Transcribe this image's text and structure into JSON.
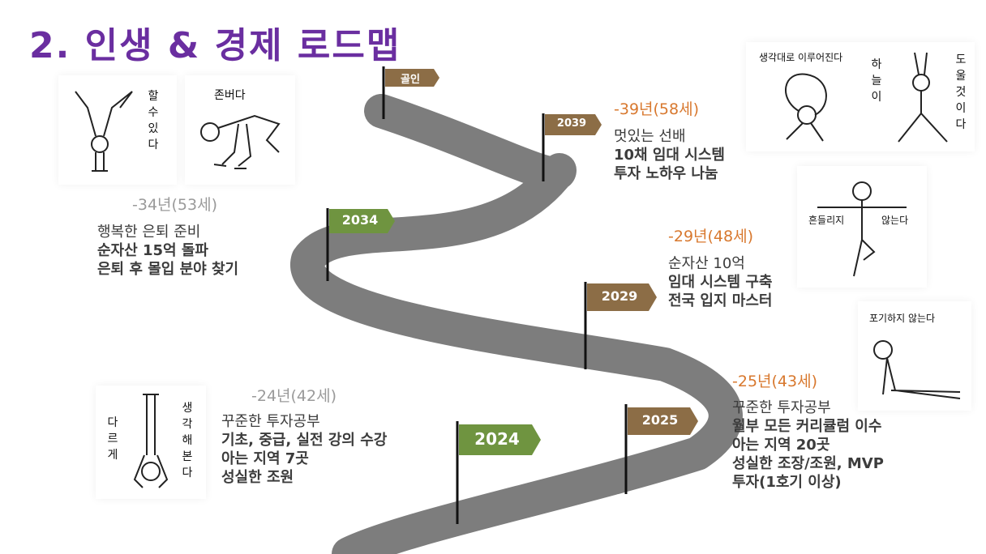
{
  "title": "2. 인생 & 경제 로드맵",
  "flags": {
    "goal": "골인",
    "f2024": "2024",
    "f2025": "2025",
    "f2029": "2029",
    "f2034": "2034",
    "f2039": "2039"
  },
  "milestones": {
    "m2024": {
      "year": "-24년(42세)",
      "lines": [
        "꾸준한 투자공부",
        "기초, 중급, 실전 강의 수강",
        "아는 지역 7곳",
        "성실한 조원"
      ]
    },
    "m2025": {
      "year": "-25년(43세)",
      "lines": [
        "꾸준한 투자공부",
        "월부 모든 커리큘럼 이수",
        "아는 지역 20곳",
        "성실한 조장/조원, MVP",
        "투자(1호기 이상)"
      ]
    },
    "m2029": {
      "year": "-29년(48세)",
      "lines": [
        "순자산 10억",
        "임대 시스템 구축",
        "전국 입지 마스터"
      ]
    },
    "m2034": {
      "year": "-34년(53세)",
      "lines": [
        "행복한 은퇴 준비",
        "순자산 15억 돌파",
        "은퇴 후 몰입 분야 찾기"
      ]
    },
    "m2039": {
      "year": "-39년(58세)",
      "lines": [
        "멋있는 선배",
        "10채 임대 시스템",
        "투자 노하우 나눔"
      ]
    }
  },
  "illustrations": {
    "can_do": "할수있다",
    "zonbeoda": "존버다",
    "dreams": "생각대로 이루어진다",
    "heaven": "하늘이",
    "help": "도울것이다",
    "unshaken_a": "흔들리지",
    "unshaken_b": "않는다",
    "no_giveup": "포기하지 않는다",
    "differently": "다르게",
    "think": "생각해본다"
  },
  "colors": {
    "title": "#6a2ea0",
    "road": "#7d7d7d",
    "green_flag": "#6f9440",
    "brown_flag": "#8c6d46",
    "orange": "#d8782e",
    "gray": "#9a9a9a"
  }
}
